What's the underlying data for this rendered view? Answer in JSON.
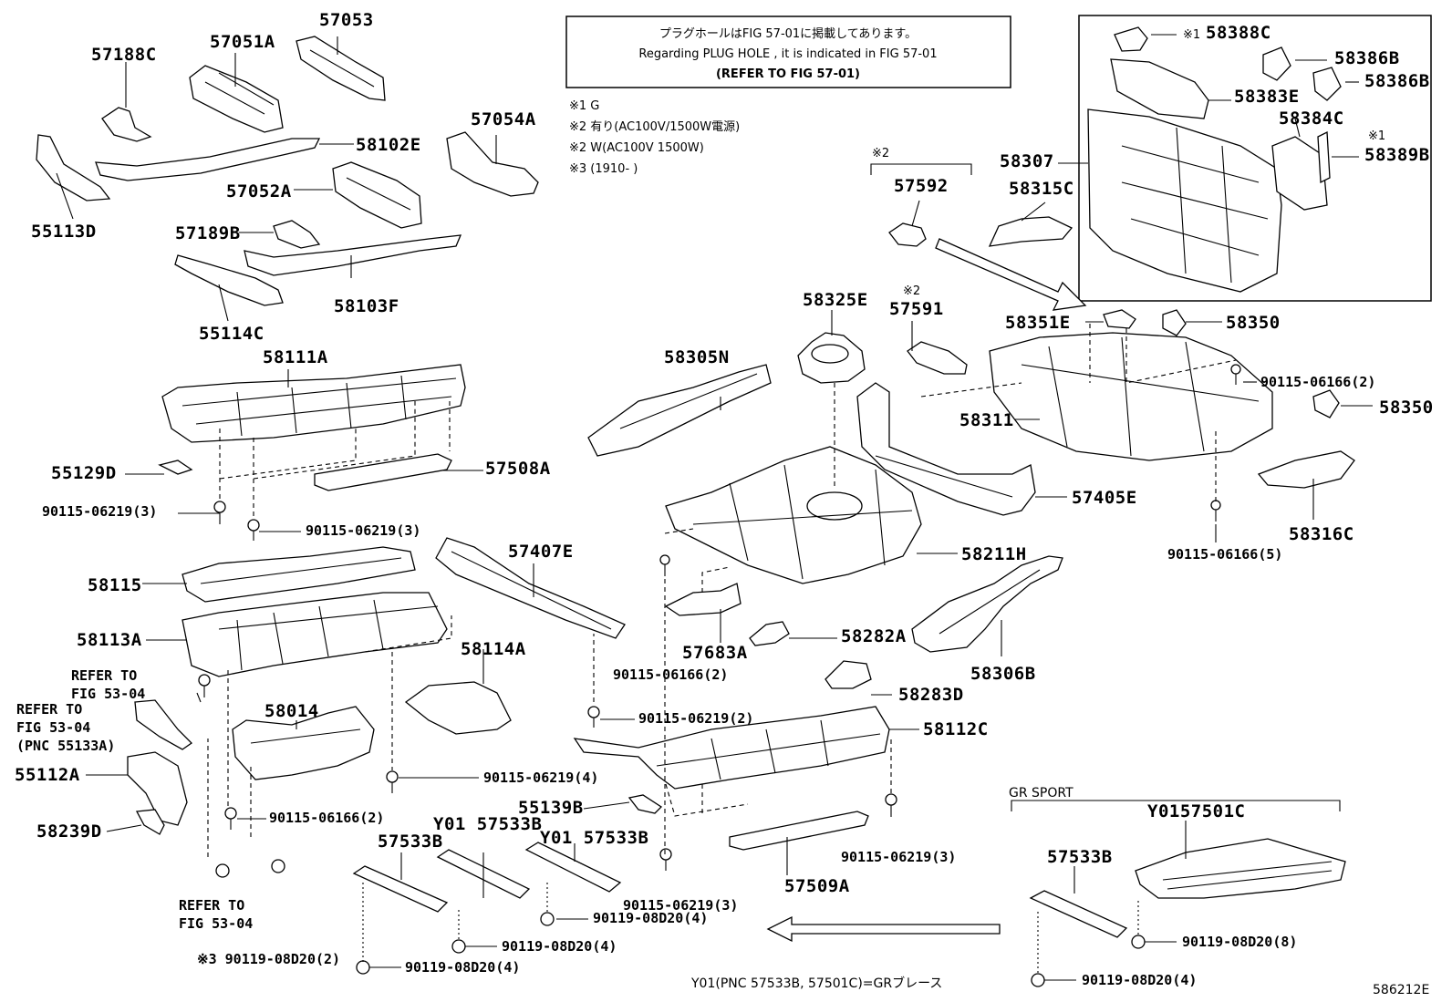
{
  "notice": {
    "line1": "プラグホールはFIG 57-01に掲載してあります。",
    "line2": "Regarding PLUG HOLE , it is indicated in FIG 57-01",
    "line3": "(REFER TO FIG 57-01)"
  },
  "legend": [
    "※1 G",
    "※2 有り(AC100V/1500W電源)",
    "※2 W(AC100V 1500W)",
    "※3 (1910-        )"
  ],
  "parts": {
    "p57188C": "57188C",
    "p57051A": "57051A",
    "p57053": "57053",
    "p58102E": "58102E",
    "p57054A": "57054A",
    "p55113D": "55113D",
    "p57052A": "57052A",
    "p57189B": "57189B",
    "p58103F": "58103F",
    "p55114C": "55114C",
    "p58111A": "58111A",
    "p55129D": "55129D",
    "p57508A": "57508A",
    "b90115_06219_3a": "90115-06219(3)",
    "b90115_06219_3b": "90115-06219(3)",
    "p58115": "58115",
    "p58113A": "58113A",
    "p58114A": "58114A",
    "p58014": "58014",
    "p55112A": "55112A",
    "p58239D": "58239D",
    "b90115_06219_4": "90115-06219(4)",
    "b90115_06166_2a": "90115-06166(2)",
    "p57407E": "57407E",
    "b90115_06166_2b": "90115-06166(2)",
    "b90115_06219_2": "90115-06219(2)",
    "p57683A": "57683A",
    "p58282A": "58282A",
    "p58283D": "58283D",
    "p58112C": "58112C",
    "p55139B": "55139B",
    "p57509A": "57509A",
    "b90115_06219_3c": "90115-06219(3)",
    "b90115_06219_3d": "90115-06219(3)",
    "p57533B_a": "57533B",
    "p57533B_b": "Y01 57533B",
    "p57533B_c": "Y01 57533B",
    "b90119_08D20_2": "※3 90119-08D20(2)",
    "b90119_08D20_4a": "90119-08D20(4)",
    "b90119_08D20_4b": "90119-08D20(4)",
    "b90119_08D20_4c": "90119-08D20(4)",
    "p58305N": "58305N",
    "p58325E": "58325E",
    "p57591": "57591",
    "p57592": "57592",
    "p58211H": "58211H",
    "p57405E": "57405E",
    "p58306B": "58306B",
    "p58307": "58307",
    "p58315C": "58315C",
    "p58351E": "58351E",
    "p58350a": "58350",
    "p58350b": "58350",
    "p58311": "58311",
    "b90115_06166_2c": "90115-06166(2)",
    "p58316C": "58316C",
    "b90115_06166_5": "90115-06166(5)",
    "p58388C": "58388C",
    "p58386Ba": "58386B",
    "p58386Bb": "58386B",
    "p58383E": "58383E",
    "p58384C": "58384C",
    "p58389B": "58389B",
    "p57533B_gr": "57533B",
    "pY0157501C": "Y0157501C",
    "b90119_08D20_8": "90119-08D20(8)",
    "b90119_08D20_4gr": "90119-08D20(4)"
  },
  "refs": {
    "refer_to": "REFER TO",
    "fig_53_04": "FIG 53-04",
    "fig_53_04_b": "FIG 53-04",
    "pnc_55133A": "(PNC 55133A)",
    "refer_to_c": "REFER TO",
    "fig_53_04_c": "FIG 53-04",
    "refer_to_b": "REFER TO"
  },
  "marks": {
    "m2a": "※2",
    "m2b": "※2",
    "m1a": "※1",
    "m1b": "※1"
  },
  "gr_sport": "GR SPORT",
  "footnote": "Y01(PNC 57533B, 57501C)=GRブレース",
  "figure_id": "586212E"
}
